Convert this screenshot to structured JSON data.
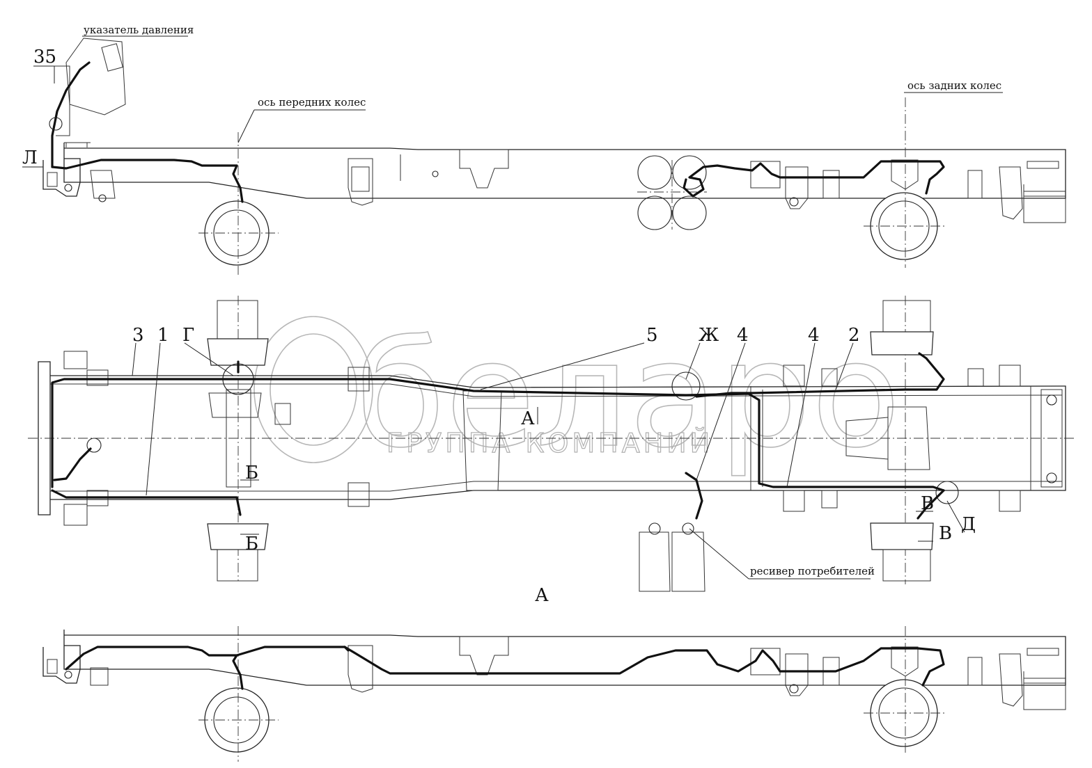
{
  "labels": {
    "pressure_gauge": "указатель давления",
    "front_axle": "ось передних колес",
    "rear_axle": "ось задних колес",
    "receiver": "ресивер потребителей",
    "item_35": "35",
    "view_L": "Л",
    "item_3": "3",
    "item_1": "1",
    "view_G": "Г",
    "item_5": "5",
    "view_Zh": "Ж",
    "item_4a": "4",
    "item_4b": "4",
    "item_2": "2",
    "view_B1": "Б",
    "view_B2": "Б",
    "view_V1": "В",
    "view_V2": "В",
    "view_D": "Д",
    "view_A_arrow": "А",
    "view_A": "А"
  },
  "watermark": {
    "logo": "беларо",
    "company": "ГРУППА КОМПАНИЙ"
  },
  "colors": {
    "line": "#222222",
    "pipe": "#111111",
    "watermark": "#b7b7b7"
  }
}
